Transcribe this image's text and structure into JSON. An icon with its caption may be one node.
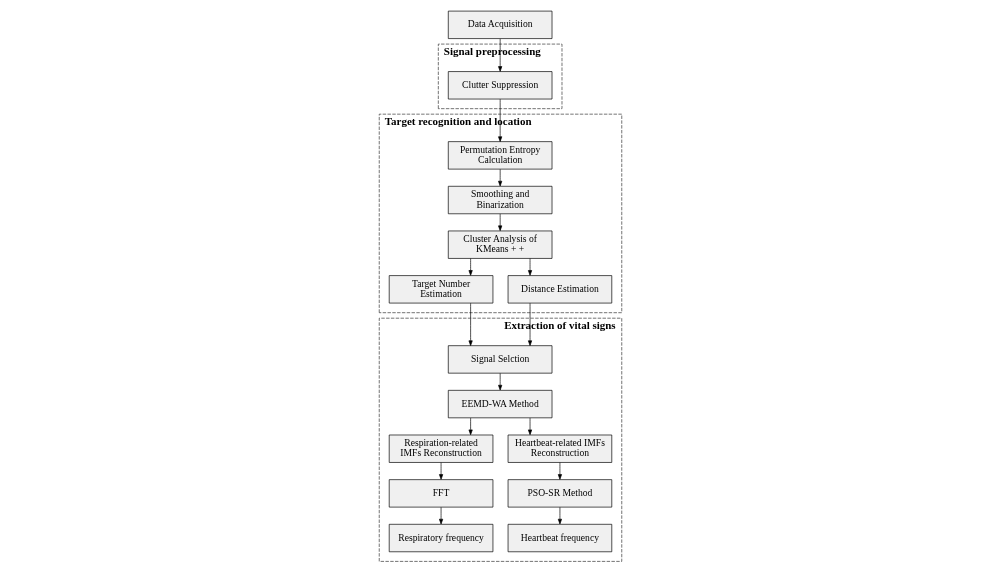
{
  "diagram": {
    "nodes": [
      {
        "text": [
          "Data Acquisition"
        ]
      },
      {
        "text": [
          "Signal preprocessing"
        ]
      },
      {
        "text": [
          "Clutter Suppression"
        ],
        "in": 1
      },
      {
        "text": [
          "Target recognition and location"
        ]
      },
      {
        "text": [
          "Permutation Entropy Calculation"
        ],
        "in": 3
      },
      {
        "text": [
          "Smoothing and Binarization"
        ],
        "in": 3
      },
      {
        "text": [
          "Cluster Analysis of KMeans + +"
        ],
        "in": 3
      },
      {
        "text": [
          "Target Number Estimation"
        ],
        "in": 3
      },
      {
        "text": [
          "Distance Estimation"
        ],
        "in": 3
      },
      {
        "text": [
          "Extraction of vital signs"
        ]
      },
      {
        "text": [
          "Signal Selction"
        ],
        "in": 9
      },
      {
        "text": [
          "EEMD-WA Method"
        ],
        "in": 9
      },
      {
        "text": [
          "Respiration-related IMFs Reconstruction"
        ],
        "in": 9
      },
      {
        "text": [
          "Heartbeat-related IMFs Reconstruction"
        ],
        "in": 9
      },
      {
        "text": [
          "FFT"
        ],
        "in": 9
      },
      {
        "text": [
          "PSO-SR Method"
        ],
        "in": 9
      },
      {
        "text": [
          "Respiratory frequency"
        ],
        "in": 9
      },
      {
        "text": [
          "Heartbeat frequency"
        ],
        "in": 9
      }
    ],
    "edges": [
      {
        "from": 0,
        "to": 2,
        "arrow": "to"
      },
      {
        "from": 2,
        "to": 4,
        "arrow": "to"
      },
      {
        "from": 4,
        "to": 5,
        "arrow": "to"
      },
      {
        "from": 5,
        "to": 6,
        "arrow": "to"
      },
      {
        "from": 6,
        "to": 7,
        "arrow": "to"
      },
      {
        "from": 6,
        "to": 8,
        "arrow": "to"
      },
      {
        "from": 7,
        "to": 10,
        "arrow": "to"
      },
      {
        "from": 8,
        "to": 10,
        "arrow": "to"
      },
      {
        "from": 10,
        "to": 11,
        "arrow": "to"
      },
      {
        "from": 11,
        "to": 12,
        "arrow": "to"
      },
      {
        "from": 11,
        "to": 13,
        "arrow": "to"
      },
      {
        "from": 12,
        "to": 14,
        "arrow": "to"
      },
      {
        "from": 13,
        "to": 15,
        "arrow": "to"
      },
      {
        "from": 14,
        "to": 16,
        "arrow": "to"
      },
      {
        "from": 15,
        "to": 17,
        "arrow": "to"
      }
    ]
  }
}
